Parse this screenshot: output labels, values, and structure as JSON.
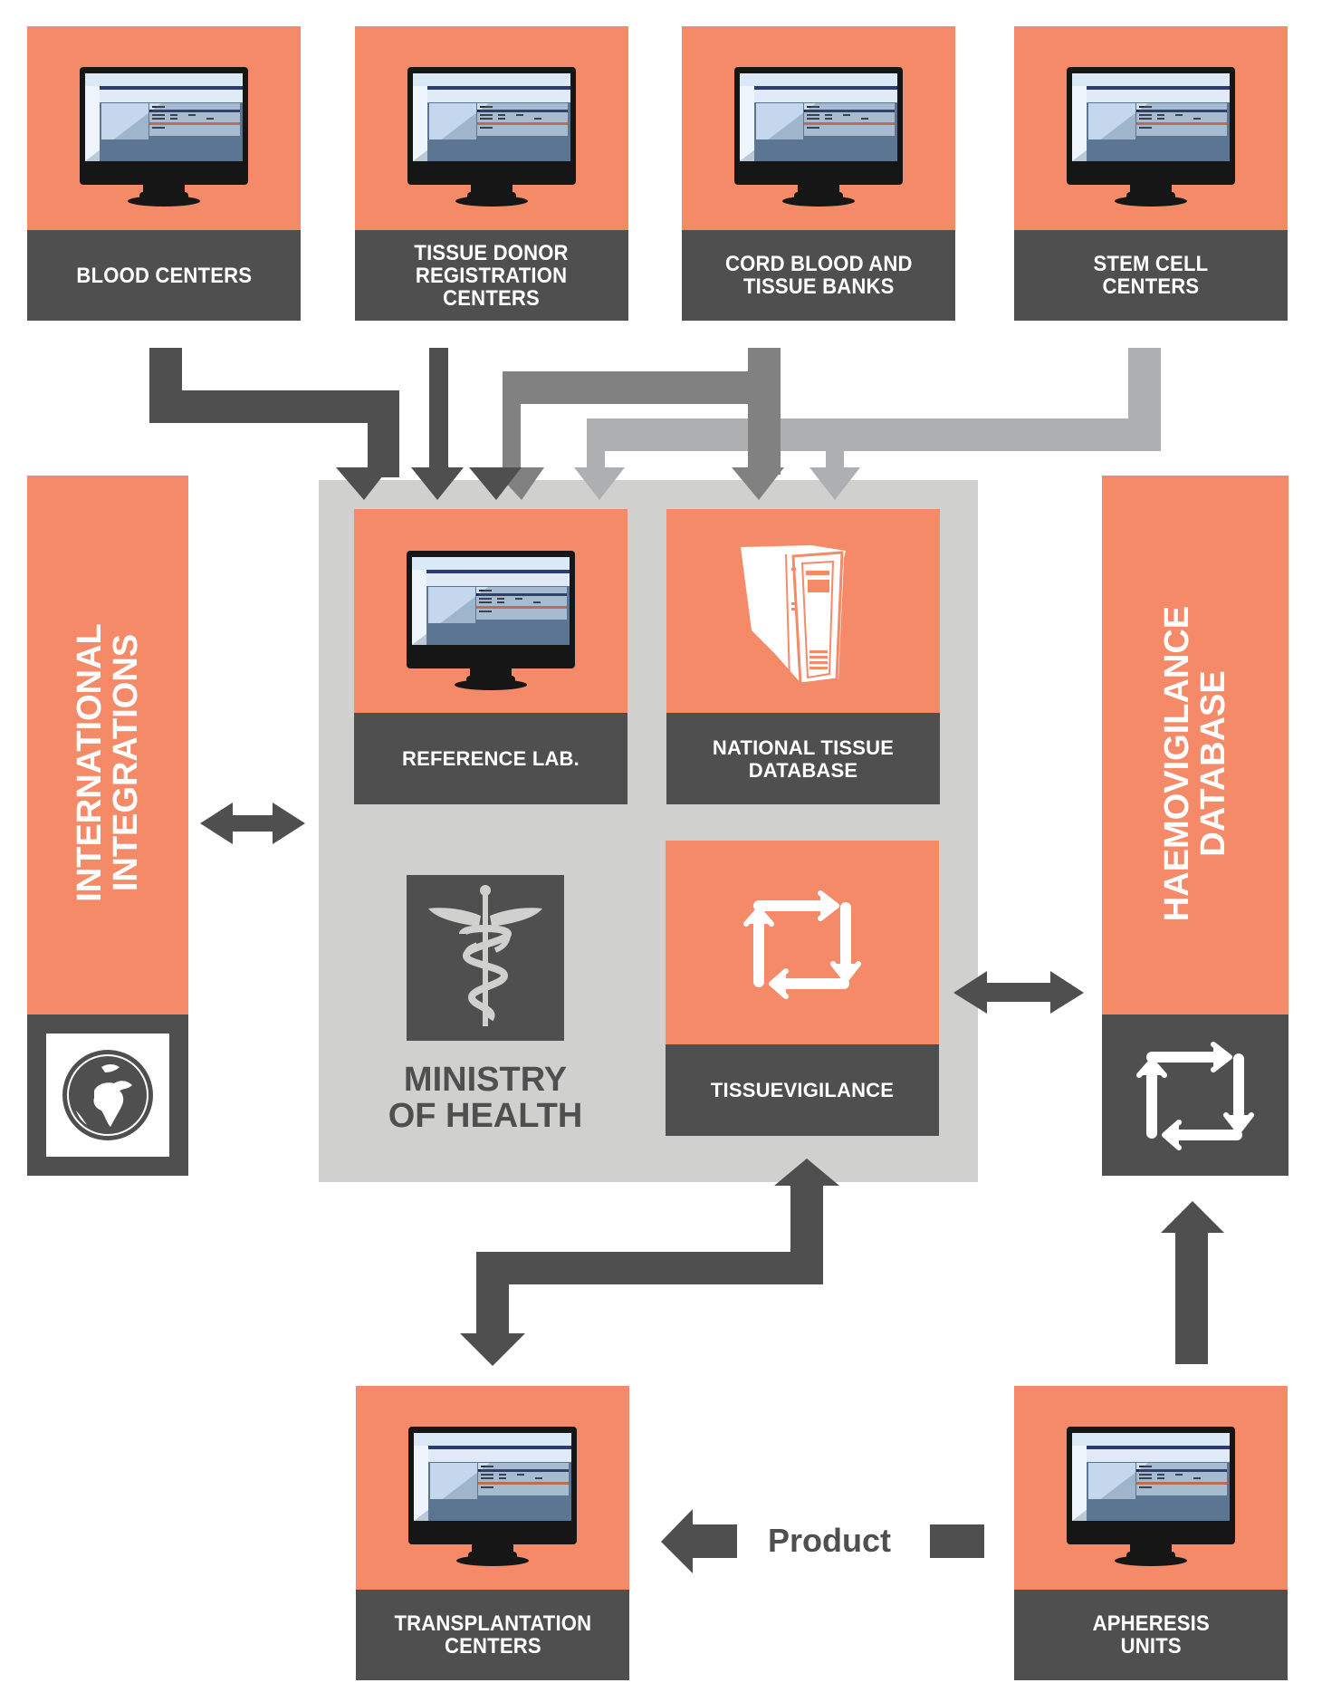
{
  "colors": {
    "orange": "#f48a68",
    "dark": "#4f4f4f",
    "mid_gray_arrow": "#808180",
    "light_gray_arrow": "#aeafb0",
    "ministry_panel": "#d0d0cf",
    "white": "#ffffff"
  },
  "top_nodes": [
    {
      "id": "blood-centers",
      "label": "BLOOD CENTERS",
      "icon": "computer-monitor-icon"
    },
    {
      "id": "tissue-donor-registration-centers",
      "label": "TISSUE DONOR\nREGISTRATION\nCENTERS",
      "icon": "computer-monitor-icon"
    },
    {
      "id": "cord-blood-and-tissue-banks",
      "label": "CORD BLOOD AND\nTISSUE BANKS",
      "icon": "computer-monitor-icon"
    },
    {
      "id": "stem-cell-centers",
      "label": "STEM CELL\nCENTERS",
      "icon": "computer-monitor-icon"
    }
  ],
  "side_nodes": {
    "international": {
      "label": "INTERNATIONAL\nINTEGRATIONS",
      "icon": "globe-icon"
    },
    "haemovigilance": {
      "label": "HAEMOVIGILANCE\nDATABASE",
      "icon": "cycle-arrows-icon"
    }
  },
  "ministry": {
    "label": "MINISTRY\nOF HEALTH",
    "icon": "caduceus-icon",
    "inner_nodes": [
      {
        "id": "reference-lab",
        "label": "REFERENCE LAB.",
        "icon": "computer-monitor-icon"
      },
      {
        "id": "national-tissue-database",
        "label": "NATIONAL TISSUE\nDATABASE",
        "icon": "server-tower-icon"
      },
      {
        "id": "tissuevigilance",
        "label": "TISSUEVIGILANCE",
        "icon": "cycle-arrows-icon"
      }
    ]
  },
  "bottom_nodes": [
    {
      "id": "transplantation-centers",
      "label": "TRANSPLANTATION\nCENTERS",
      "icon": "computer-monitor-icon"
    },
    {
      "id": "apheresis-units",
      "label": "APHERESIS\nUNITS",
      "icon": "computer-monitor-icon"
    }
  ],
  "flow_label": "Product",
  "connections": [
    {
      "from": "blood-centers",
      "to": "reference-lab",
      "style": "dark"
    },
    {
      "from": "tissue-donor-registration-centers",
      "to": "reference-lab",
      "style": "dark"
    },
    {
      "from": "cord-blood-and-tissue-banks",
      "to": "reference-lab",
      "style": "mid"
    },
    {
      "from": "cord-blood-and-tissue-banks",
      "to": "national-tissue-database",
      "style": "mid"
    },
    {
      "from": "stem-cell-centers",
      "to": "reference-lab",
      "style": "light"
    },
    {
      "from": "stem-cell-centers",
      "to": "national-tissue-database",
      "style": "light"
    },
    {
      "from": "international-integrations",
      "to": "ministry-of-health",
      "style": "bidirectional"
    },
    {
      "from": "ministry-of-health",
      "to": "haemovigilance-database",
      "style": "bidirectional"
    },
    {
      "from": "tissuevigilance",
      "to": "transplantation-centers",
      "style": "bidirectional"
    },
    {
      "from": "apheresis-units",
      "to": "haemovigilance-database",
      "style": "dark"
    },
    {
      "from": "apheresis-units",
      "to": "transplantation-centers",
      "style": "dark",
      "label": "Product"
    }
  ]
}
